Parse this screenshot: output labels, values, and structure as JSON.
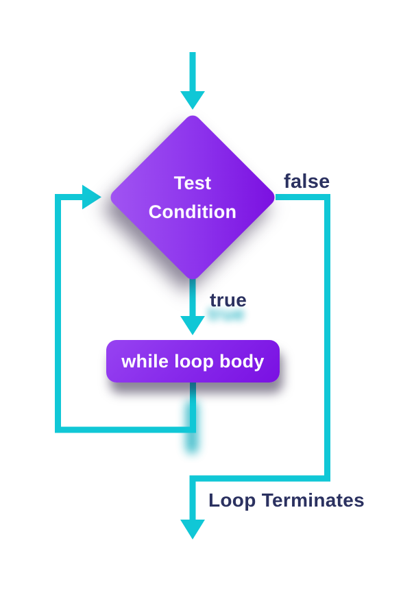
{
  "diagram": {
    "type": "flowchart",
    "subject": "while loop control flow"
  },
  "colors": {
    "arrow_teal": "#10C7D6",
    "label_navy": "#2B3160",
    "node_purple_light": "#A155F2",
    "node_purple_dark": "#7A0FE0",
    "node_text": "#FFFFFF",
    "background": "#FFFFFF"
  },
  "nodes": {
    "condition": {
      "type": "decision",
      "line1": "Test",
      "line2": "Condition"
    },
    "body": {
      "type": "process",
      "label": "while loop body"
    }
  },
  "edges": {
    "true_label": "true",
    "false_label": "false",
    "terminate_label": "Loop Terminates"
  },
  "icons": {
    "entry": "arrow-down-icon",
    "true_branch": "arrow-down-icon",
    "loop_back": "arrow-right-icon",
    "terminate": "arrow-down-icon"
  }
}
